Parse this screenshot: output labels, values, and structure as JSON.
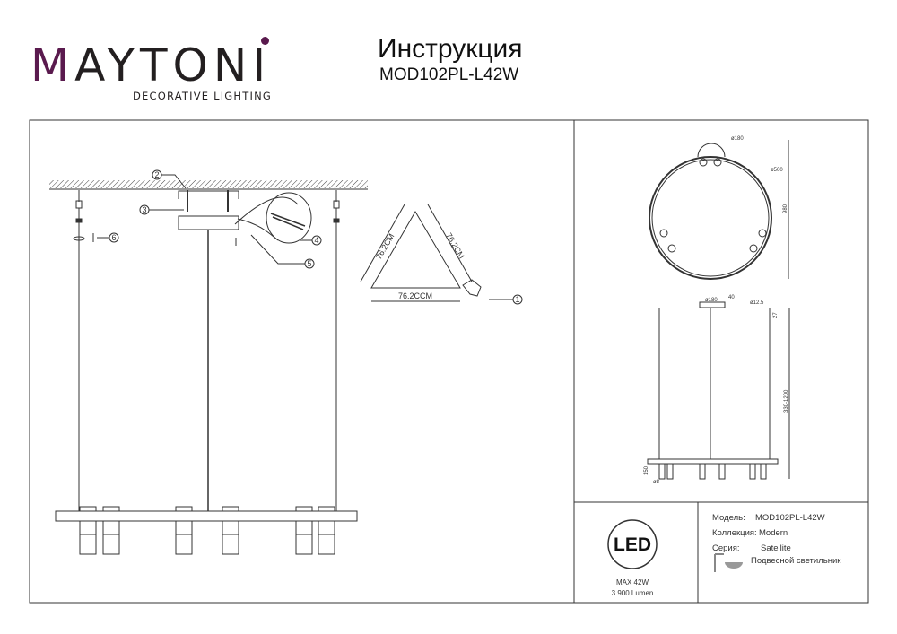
{
  "header": {
    "brand": "MAYTONI",
    "tagline": "DECORATIVE LIGHTING",
    "title": "Инструкция",
    "model": "MOD102PL-L42W"
  },
  "assembly": {
    "callouts": [
      "1",
      "2",
      "3",
      "4",
      "5",
      "6"
    ],
    "triangle_dims": [
      "76.2CM",
      "76.2CM",
      "76.2CCM"
    ]
  },
  "dimensions": {
    "canopy_top_dia": "ø180",
    "ring_dia": "ø500",
    "height_top": "980",
    "canopy_dia": "ø180",
    "canopy_h": "40",
    "wire_dia": "ø12.5",
    "wire_cap": "27",
    "suspension": "330-1200",
    "spot_h": "150",
    "spot_dia": "ø8"
  },
  "spec": {
    "led_label": "LED",
    "power": "MAX 42W",
    "lumen": "3 900 Lumen",
    "model_label": "Модель:",
    "model_value": "MOD102PL-L42W",
    "collection_label": "Коллекция:",
    "collection_value": "Modern",
    "series_label": "Серия:",
    "series_value": "Satellite",
    "type": "Подвесной светильник"
  },
  "colors": {
    "brand_accent": "#5a1a4e",
    "line": "#333333"
  }
}
